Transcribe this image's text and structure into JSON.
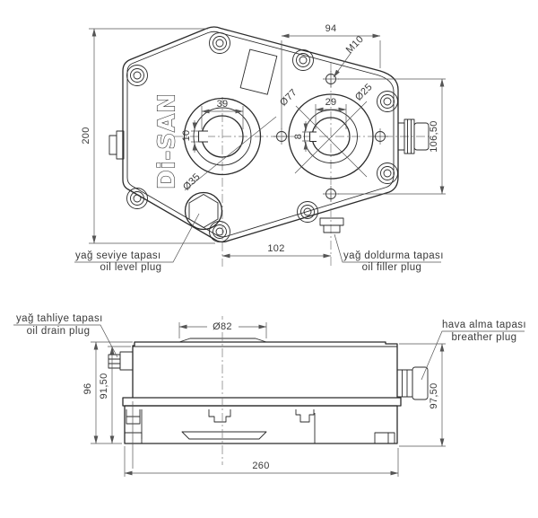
{
  "brand": "Di-SAN",
  "front": {
    "dim_height": "200",
    "dim_span_h": "94",
    "dim_span_v": "106,50",
    "dim_centers": "102",
    "left_bore": {
      "width": "39",
      "key": "10",
      "dia": "Ø35"
    },
    "right_bore": {
      "width": "29",
      "key": "8",
      "boss": "Ø77",
      "dia": "Ø25",
      "tap": "M10"
    },
    "labels": {
      "level_tr": "yağ seviye tapası",
      "level_en": "oil level plug",
      "filler_tr": "yağ doldurma tapası",
      "filler_en": "oil filler plug"
    }
  },
  "side": {
    "dim_boss": "Ø82",
    "dim_h_outer": "96",
    "dim_h_inner": "91,50",
    "dim_h_right": "97,50",
    "dim_width": "260",
    "labels": {
      "drain_tr": "yağ tahliye tapası",
      "drain_en": "oil drain plug",
      "breather_tr": "hava alma tapası",
      "breather_en": "breather plug"
    }
  }
}
